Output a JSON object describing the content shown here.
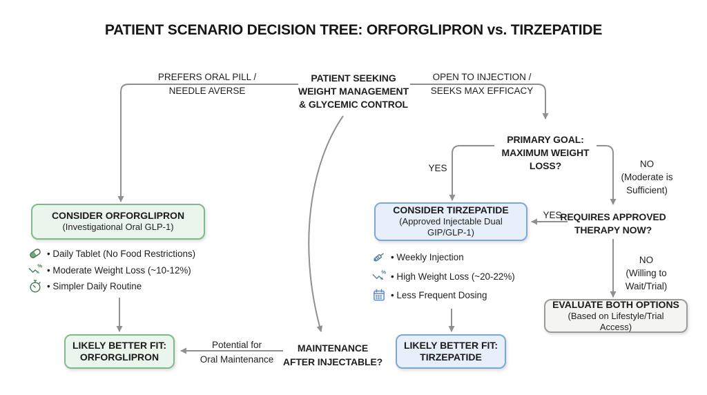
{
  "colors": {
    "line": "#8f8f8f",
    "text": "#1e1e1e",
    "green-border": "#7fb88a",
    "green-fill": "#eaf6ec",
    "green-icon": "#4a7a55",
    "green-icon-fill": "#74a97d",
    "blue-border": "#7aa7d6",
    "blue-fill": "#e7f0fa",
    "blue-icon": "#5a7d9e",
    "calendar-blue": "#5b87c5",
    "grey-border": "#9b9b99",
    "grey-fill": "#f4f4f2"
  },
  "title": "PATIENT SCENARIO DECISION TREE: ORFORGLIPRON vs. TIRZEPATIDE",
  "root_node": "PATIENT SEEKING\nWEIGHT MANAGEMENT\n& GLYCEMIC CONTROL",
  "branch_labels": {
    "left": "PREFERS ORAL PILL /\nNEEDLE AVERSE",
    "right": "OPEN TO INJECTION /\nSEEKS MAX EFFICACY"
  },
  "decisions": {
    "primary_goal": "PRIMARY GOAL:\nMAXIMUM WEIGHT\nLOSS?",
    "primary_goal_yes": "YES",
    "primary_goal_no": "NO\n(Moderate is\nSufficient)",
    "requires_therapy": "REQUIRES APPROVED\nTHERAPY NOW?",
    "requires_therapy_yes": "YES",
    "requires_therapy_no": "NO\n(Willing to\nWait/Trial)",
    "maintenance": "MAINTENANCE\nAFTER INJECTABLE?",
    "maintenance_label_top": "Potential for",
    "maintenance_label_bottom": "Oral Maintenance"
  },
  "orforglipron": {
    "consider_title": "CONSIDER ORFORGLIPRON",
    "consider_subtitle": "(Investigational Oral GLP-1)",
    "features": [
      {
        "icon": "pill-icon",
        "text": "• Daily Tablet (No Food Restrictions)"
      },
      {
        "icon": "weight-loss-chart-icon",
        "text": "• Moderate Weight Loss (~10-12%)"
      },
      {
        "icon": "stopwatch-icon",
        "text": "• Simpler Daily Routine"
      }
    ],
    "fit": "LIKELY BETTER FIT:\nORFORGLIPRON"
  },
  "tirzepatide": {
    "consider_title": "CONSIDER TIRZEPATIDE",
    "consider_subtitle": "(Approved Injectable Dual\nGIP/GLP-1)",
    "features": [
      {
        "icon": "syringe-icon",
        "text": "• Weekly Injection"
      },
      {
        "icon": "weight-loss-chart-icon",
        "text": "• High Weight Loss (~20-22%)"
      },
      {
        "icon": "calendar-icon",
        "text": "• Less Frequent Dosing"
      }
    ],
    "fit": "LIKELY BETTER FIT:\nTIRZEPATIDE"
  },
  "evaluate": {
    "title": "EVALUATE BOTH OPTIONS",
    "subtitle": "(Based on Lifestyle/Trial Access)"
  }
}
